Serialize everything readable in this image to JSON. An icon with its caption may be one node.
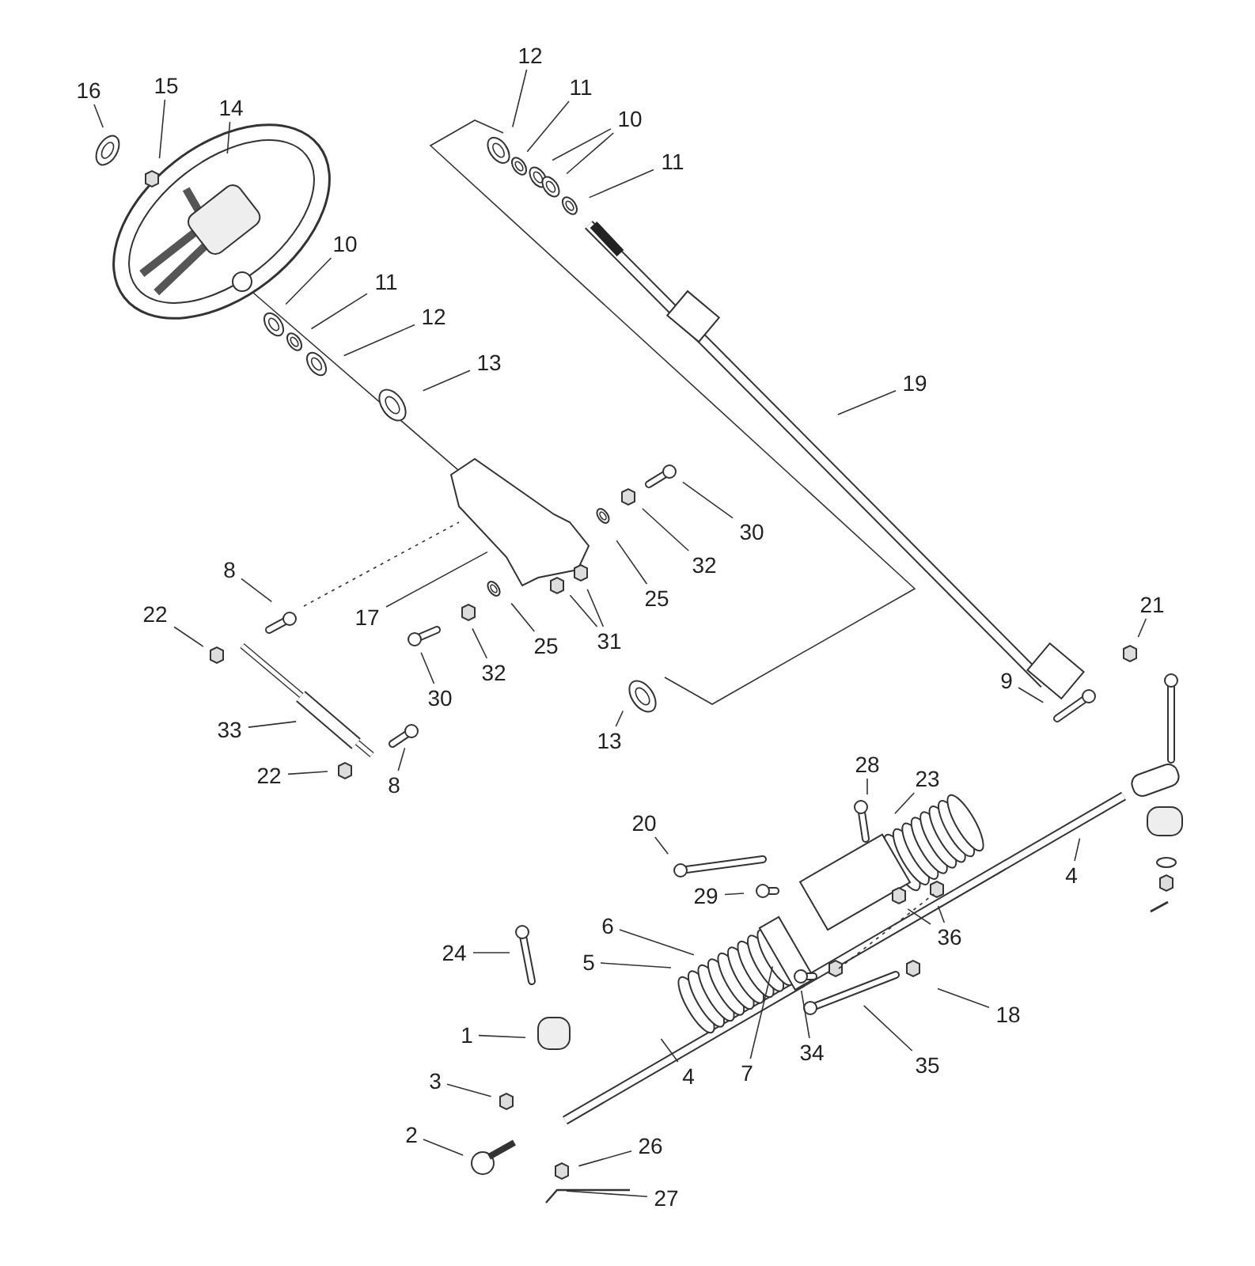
{
  "diagram": {
    "nodes": [
      {
        "text": [
          "16"
        ]
      },
      {
        "text": [
          "15"
        ]
      },
      {
        "text": [
          "14"
        ]
      },
      {
        "text": [
          "12"
        ]
      },
      {
        "text": [
          "11"
        ]
      },
      {
        "text": [
          "10"
        ]
      },
      {
        "text": [
          "11"
        ]
      },
      {
        "text": [
          "10"
        ]
      },
      {
        "text": [
          "11"
        ]
      },
      {
        "text": [
          "12"
        ]
      },
      {
        "text": [
          "13"
        ]
      },
      {
        "text": [
          "19"
        ]
      },
      {
        "text": [
          "30"
        ]
      },
      {
        "text": [
          "32"
        ]
      },
      {
        "text": [
          "25"
        ]
      },
      {
        "text": [
          "31"
        ]
      },
      {
        "text": [
          "17"
        ]
      },
      {
        "text": [
          "25"
        ]
      },
      {
        "text": [
          "32"
        ]
      },
      {
        "text": [
          "30"
        ]
      },
      {
        "text": [
          "8"
        ]
      },
      {
        "text": [
          "22"
        ]
      },
      {
        "text": [
          "33"
        ]
      },
      {
        "text": [
          "22"
        ]
      },
      {
        "text": [
          "8"
        ]
      },
      {
        "text": [
          "13"
        ]
      },
      {
        "text": [
          "21"
        ]
      },
      {
        "text": [
          "9"
        ]
      },
      {
        "text": [
          "28"
        ]
      },
      {
        "text": [
          "23"
        ]
      },
      {
        "text": [
          "20"
        ]
      },
      {
        "text": [
          "4"
        ]
      },
      {
        "text": [
          "29"
        ]
      },
      {
        "text": [
          "6"
        ]
      },
      {
        "text": [
          "36"
        ]
      },
      {
        "text": [
          "24"
        ]
      },
      {
        "text": [
          "5"
        ]
      },
      {
        "text": [
          "18"
        ]
      },
      {
        "text": [
          "34"
        ]
      },
      {
        "text": [
          "1"
        ]
      },
      {
        "text": [
          "4"
        ]
      },
      {
        "text": [
          "7"
        ]
      },
      {
        "text": [
          "35"
        ]
      },
      {
        "text": [
          "3"
        ]
      },
      {
        "text": [
          "2"
        ]
      },
      {
        "text": [
          "26"
        ]
      },
      {
        "text": [
          "27"
        ]
      }
    ],
    "edges": [
      {
        "from": 0,
        "to": null,
        "arrow": "none"
      },
      {
        "from": 1,
        "to": null,
        "arrow": "none"
      },
      {
        "from": 2,
        "to": null,
        "arrow": "none"
      },
      {
        "from": 3,
        "to": null,
        "arrow": "none"
      },
      {
        "from": 4,
        "to": null,
        "arrow": "none"
      },
      {
        "from": 5,
        "to": null,
        "arrow": "none"
      },
      {
        "from": 5,
        "to": null,
        "arrow": "none"
      },
      {
        "from": 6,
        "to": null,
        "arrow": "none"
      },
      {
        "from": 7,
        "to": null,
        "arrow": "none"
      },
      {
        "from": 8,
        "to": null,
        "arrow": "none"
      },
      {
        "from": 9,
        "to": null,
        "arrow": "none"
      },
      {
        "from": 10,
        "to": null,
        "arrow": "none"
      },
      {
        "from": 11,
        "to": null,
        "arrow": "none"
      },
      {
        "from": 12,
        "to": null,
        "arrow": "none"
      },
      {
        "from": 13,
        "to": null,
        "arrow": "none"
      },
      {
        "from": 14,
        "to": null,
        "arrow": "none"
      },
      {
        "from": 15,
        "to": null,
        "arrow": "none"
      },
      {
        "from": 15,
        "to": null,
        "arrow": "none"
      },
      {
        "from": 16,
        "to": null,
        "arrow": "none"
      },
      {
        "from": 17,
        "to": null,
        "arrow": "none"
      },
      {
        "from": 18,
        "to": null,
        "arrow": "none"
      },
      {
        "from": 19,
        "to": null,
        "arrow": "none"
      },
      {
        "from": 20,
        "to": null,
        "arrow": "none"
      },
      {
        "from": 21,
        "to": null,
        "arrow": "none"
      },
      {
        "from": 22,
        "to": null,
        "arrow": "none"
      },
      {
        "from": 23,
        "to": null,
        "arrow": "none"
      },
      {
        "from": 24,
        "to": null,
        "arrow": "none"
      },
      {
        "from": 25,
        "to": null,
        "arrow": "none"
      },
      {
        "from": 26,
        "to": null,
        "arrow": "none"
      },
      {
        "from": 27,
        "to": null,
        "arrow": "none"
      },
      {
        "from": 28,
        "to": null,
        "arrow": "none"
      },
      {
        "from": 29,
        "to": null,
        "arrow": "none"
      },
      {
        "from": 30,
        "to": null,
        "arrow": "none"
      },
      {
        "from": 31,
        "to": null,
        "arrow": "none"
      },
      {
        "from": 32,
        "to": null,
        "arrow": "none"
      },
      {
        "from": 33,
        "to": null,
        "arrow": "none"
      },
      {
        "from": 34,
        "to": null,
        "arrow": "none"
      },
      {
        "from": 34,
        "to": null,
        "arrow": "none"
      },
      {
        "from": 35,
        "to": null,
        "arrow": "none"
      },
      {
        "from": 36,
        "to": null,
        "arrow": "none"
      },
      {
        "from": 37,
        "to": null,
        "arrow": "none"
      },
      {
        "from": 38,
        "to": null,
        "arrow": "none"
      },
      {
        "from": 39,
        "to": null,
        "arrow": "none"
      },
      {
        "from": 40,
        "to": null,
        "arrow": "none"
      },
      {
        "from": 41,
        "to": null,
        "arrow": "none"
      },
      {
        "from": 42,
        "to": null,
        "arrow": "none"
      },
      {
        "from": 43,
        "to": null,
        "arrow": "none"
      },
      {
        "from": 44,
        "to": null,
        "arrow": "none"
      },
      {
        "from": 45,
        "to": null,
        "arrow": "none"
      },
      {
        "from": 46,
        "to": null,
        "arrow": "none"
      }
    ]
  }
}
